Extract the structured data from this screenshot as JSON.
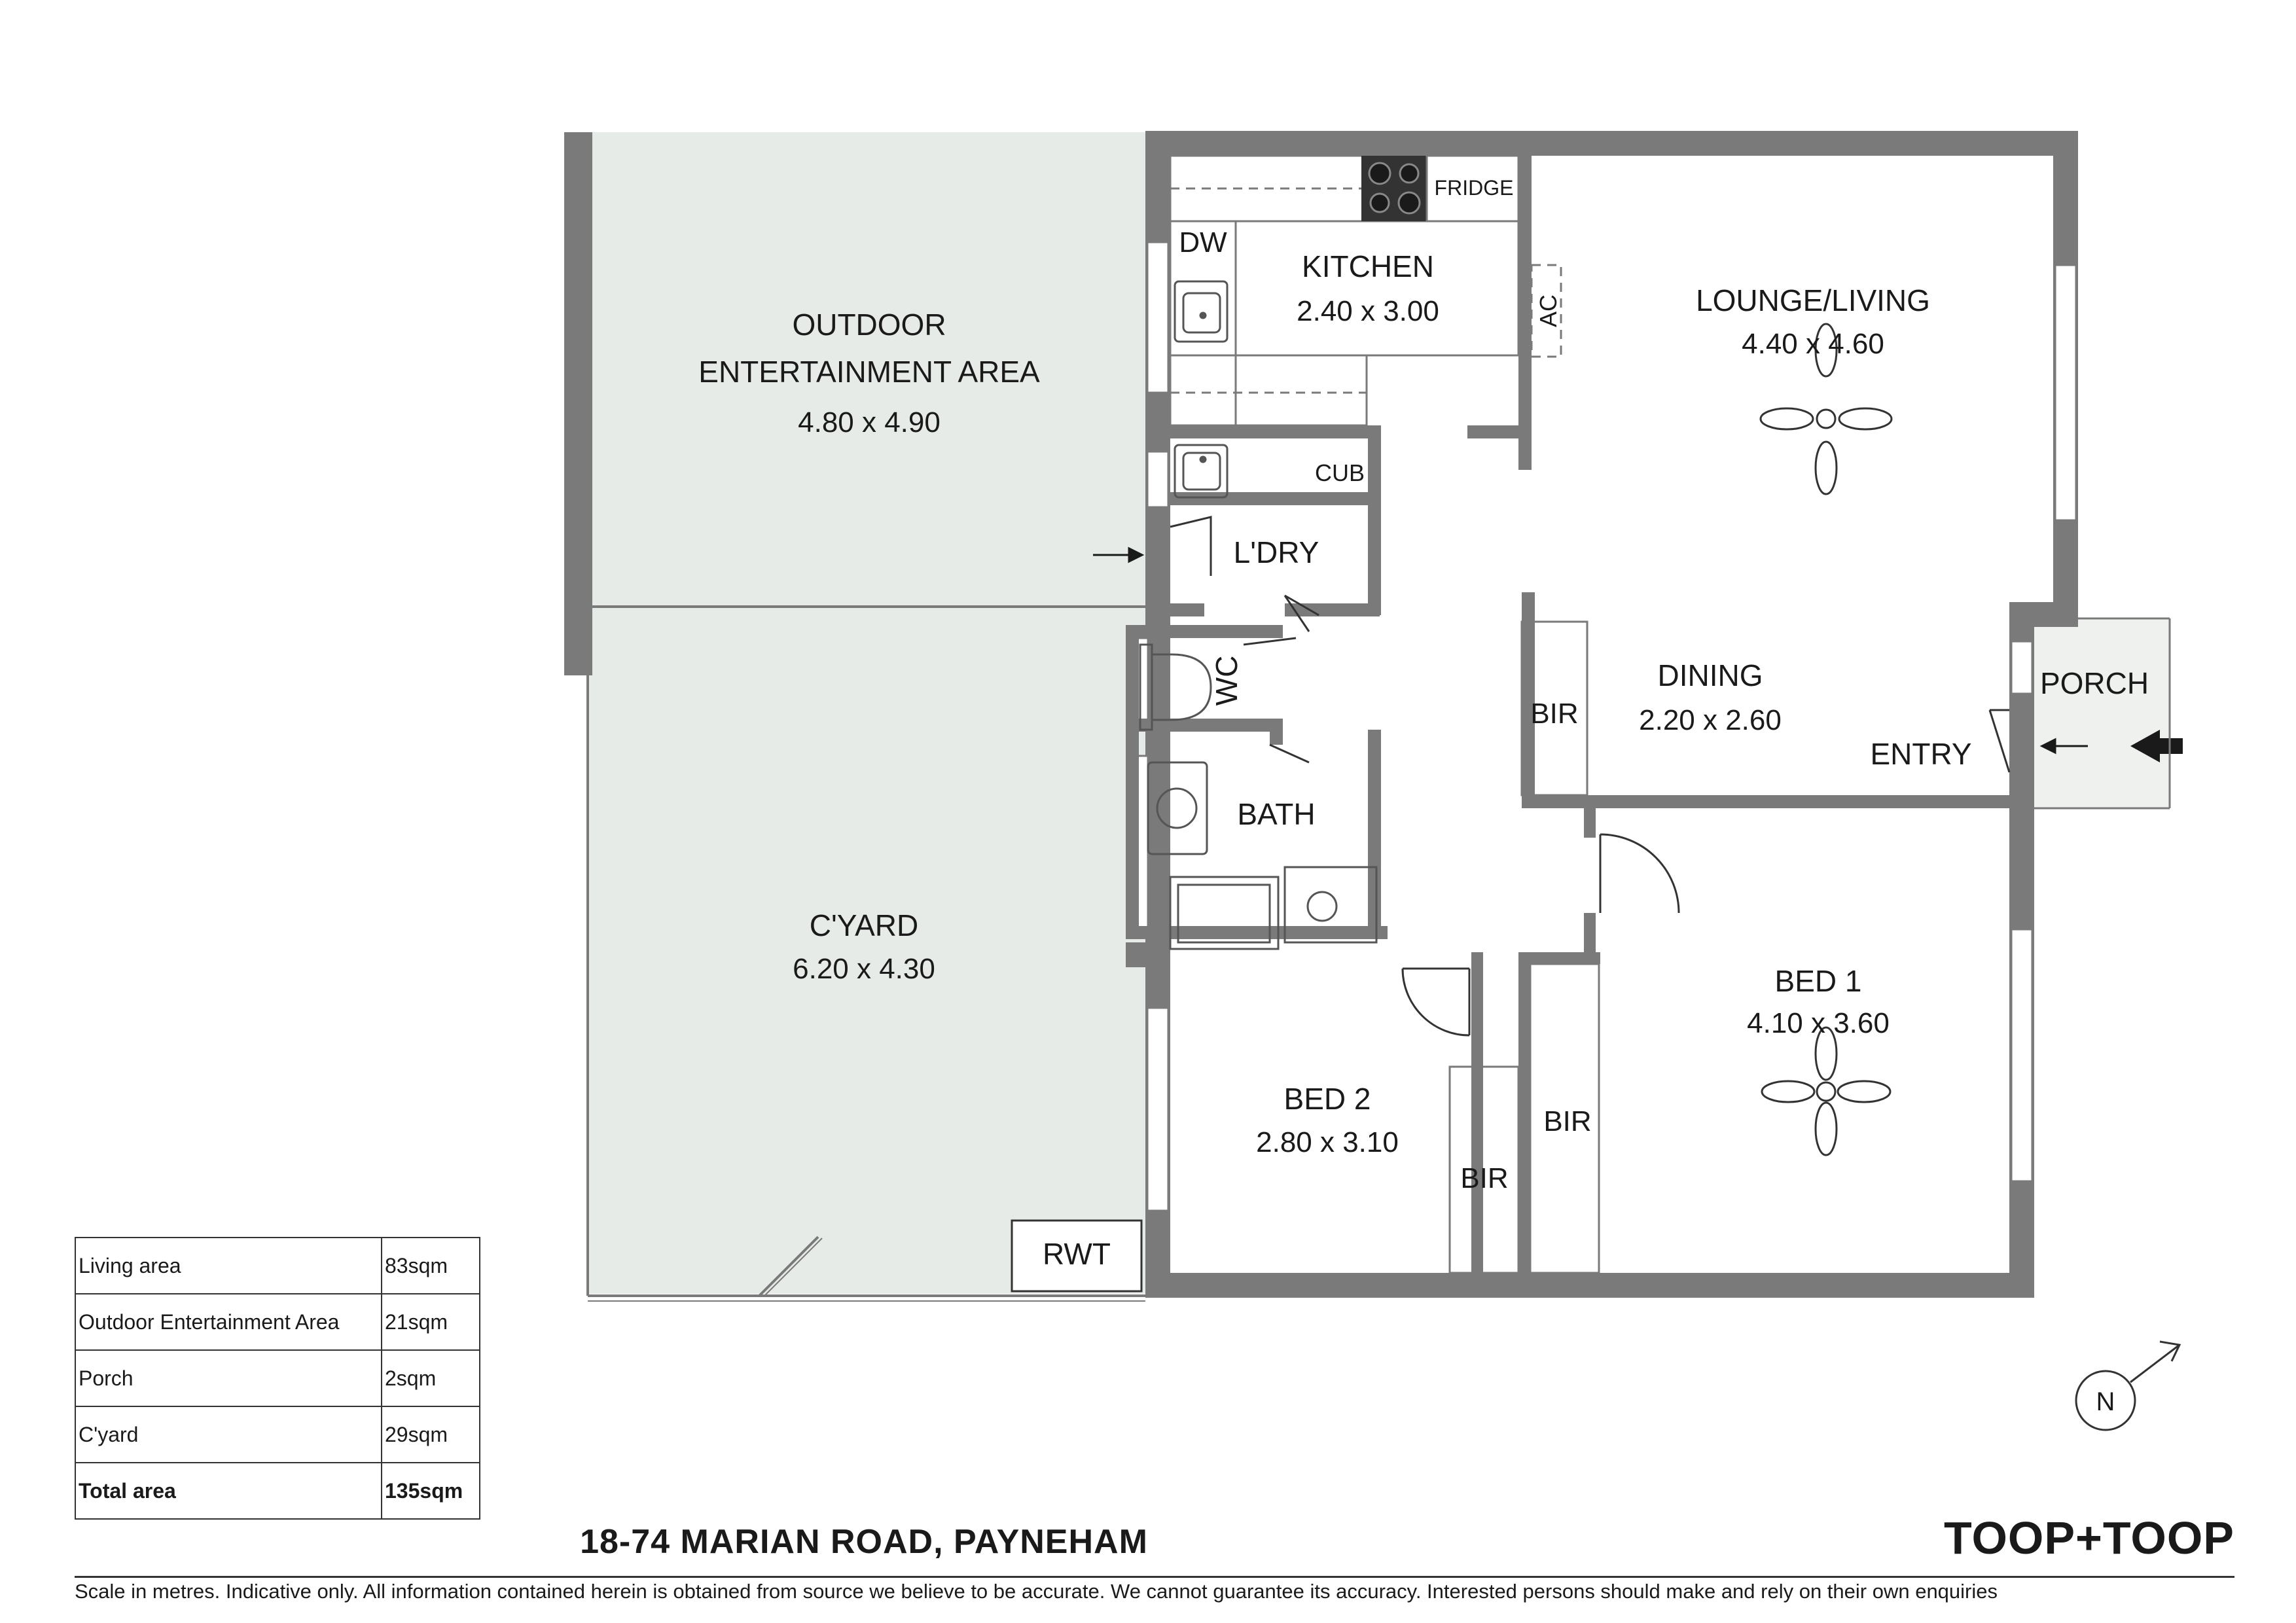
{
  "address": "18-74 MARIAN ROAD, PAYNEHAM",
  "brand": "TOOP+TOOP",
  "disclaimer": "Scale in metres. Indicative only. All information contained herein is obtained from source we believe to be accurate. We cannot guarantee its accuracy. Interested persons should make and rely on their own enquiries",
  "compass": {
    "label": "N"
  },
  "rooms": {
    "outdoor": {
      "name_line1": "OUTDOOR",
      "name_line2": "ENTERTAINMENT AREA",
      "size": "4.80 x 4.90"
    },
    "courtyard": {
      "name": "C'YARD",
      "size": "6.20 x 4.30"
    },
    "kitchen": {
      "name": "KITCHEN",
      "size": "2.40 x 3.00"
    },
    "lounge": {
      "name": "LOUNGE/LIVING",
      "size": "4.40 x 4.60"
    },
    "laundry": {
      "name": "L'DRY"
    },
    "wc": {
      "name": "WC"
    },
    "bath": {
      "name": "BATH"
    },
    "dining": {
      "name": "DINING",
      "size": "2.20 x 2.60"
    },
    "entry": {
      "name": "ENTRY"
    },
    "porch": {
      "name": "PORCH"
    },
    "bed1": {
      "name": "BED 1",
      "size": "4.10 x 3.60"
    },
    "bed2": {
      "name": "BED 2",
      "size": "2.80 x 3.10"
    }
  },
  "fixtures": {
    "fridge": "FRIDGE",
    "dishwasher": "DW",
    "air_con": "AC",
    "cupboard": "CUB",
    "rwt": "RWT",
    "bir_dining": "BIR",
    "bir_bed1": "BIR",
    "bir_bed2": "BIR"
  },
  "area_table": [
    {
      "name": "Living area",
      "value": "83sqm"
    },
    {
      "name": "Outdoor Entertainment Area",
      "value": "21sqm"
    },
    {
      "name": "Porch",
      "value": "2sqm"
    },
    {
      "name": "C'yard",
      "value": "29sqm"
    }
  ],
  "area_total": {
    "name": "Total area",
    "value": "135sqm"
  },
  "colors": {
    "wall": "#7a7a7a",
    "outdoor_fill": "#e7ebe8",
    "text": "#1a1a1a"
  }
}
